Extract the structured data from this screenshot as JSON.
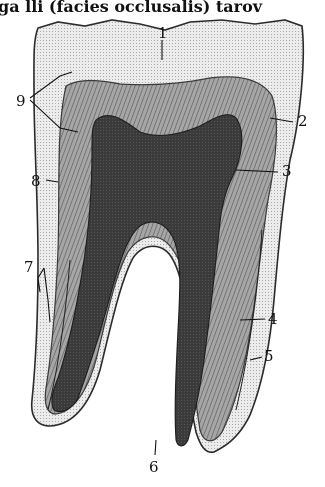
{
  "caption": "ga lli (facies occlusalis) tarov",
  "labels": {
    "l1": "1",
    "l2": "2",
    "l3": "3",
    "l4": "4",
    "l5": "5",
    "l6": "6",
    "l7": "7",
    "l8": "8",
    "l9": "9"
  },
  "colors": {
    "enamel": "#e9e9e9",
    "dentin": "#9c9c9c",
    "pulp": "#3c3c3c",
    "outline": "#2b2b2b",
    "ink": "#111111"
  }
}
